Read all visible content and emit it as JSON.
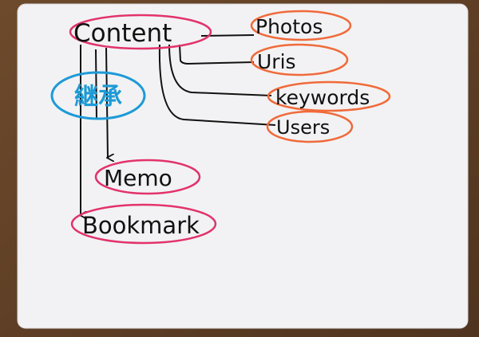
{
  "diagram": {
    "root": {
      "label": "Content"
    },
    "associations": [
      {
        "label": "Photos"
      },
      {
        "label": "Uris"
      },
      {
        "label": "keywords"
      },
      {
        "label": "Users"
      }
    ],
    "inheritance_label": "継承",
    "subclasses": [
      {
        "label": "Memo"
      },
      {
        "label": "Bookmark"
      }
    ]
  },
  "colors": {
    "background": "#5e3f26",
    "board": "#f4f4f6",
    "pink": "#e2336b",
    "orange": "#f06a3a",
    "blue": "#1e9ad6",
    "ink": "#111111"
  }
}
